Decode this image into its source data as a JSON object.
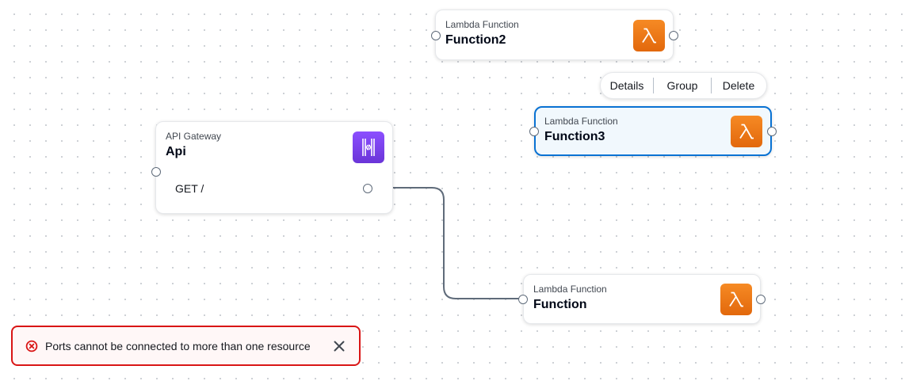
{
  "colors": {
    "selection": "#0972d3",
    "lambda": "#ed7100",
    "api_gateway": "#7b3ff2",
    "error": "#d91515",
    "wire": "#5f6b7a"
  },
  "nodes": {
    "function2": {
      "type": "Lambda Function",
      "name": "Function2",
      "icon": "lambda-icon"
    },
    "function3": {
      "type": "Lambda Function",
      "name": "Function3",
      "icon": "lambda-icon",
      "selected": true
    },
    "api": {
      "type": "API Gateway",
      "name": "Api",
      "icon": "api-gateway-icon",
      "routes": [
        "GET /"
      ]
    },
    "function": {
      "type": "Lambda Function",
      "name": "Function",
      "icon": "lambda-icon"
    }
  },
  "connections": [
    {
      "from": "api.routes.0",
      "to": "function"
    }
  ],
  "toolbar": {
    "details": "Details",
    "group": "Group",
    "delete": "Delete"
  },
  "flash": {
    "type": "error",
    "icon": "error-icon",
    "message": "Ports cannot be connected to more than one resource",
    "dismiss_icon": "close-icon"
  }
}
